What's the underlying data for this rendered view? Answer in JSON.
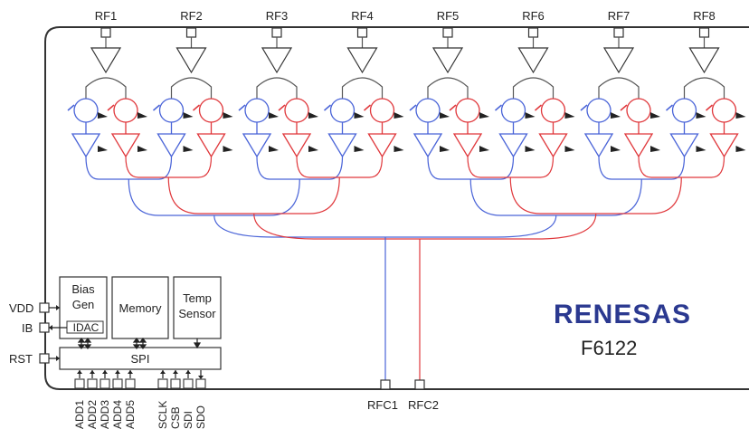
{
  "rf_ports": [
    "RF1",
    "RF2",
    "RF3",
    "RF4",
    "RF5",
    "RF6",
    "RF7",
    "RF8"
  ],
  "common_ports": [
    "RFC1",
    "RFC2"
  ],
  "left_pins": {
    "vdd": "VDD",
    "ib": "IB",
    "rst": "RST"
  },
  "blocks": {
    "bias_gen": [
      "Bias",
      "Gen"
    ],
    "idac": "IDAC",
    "memory": "Memory",
    "temp_sensor": [
      "Temp",
      "Sensor"
    ],
    "spi": "SPI"
  },
  "bottom_pins": [
    "ADD1",
    "ADD2",
    "ADD3",
    "ADD4",
    "ADD5",
    "SCLK",
    "CSB",
    "SDI",
    "SDO"
  ],
  "brand": {
    "name": "RENESAS",
    "part": "F6122"
  },
  "colors": {
    "path1": "#4a64d8",
    "path2": "#e0383c",
    "outline": "#333333",
    "brand": "#2b3990"
  }
}
